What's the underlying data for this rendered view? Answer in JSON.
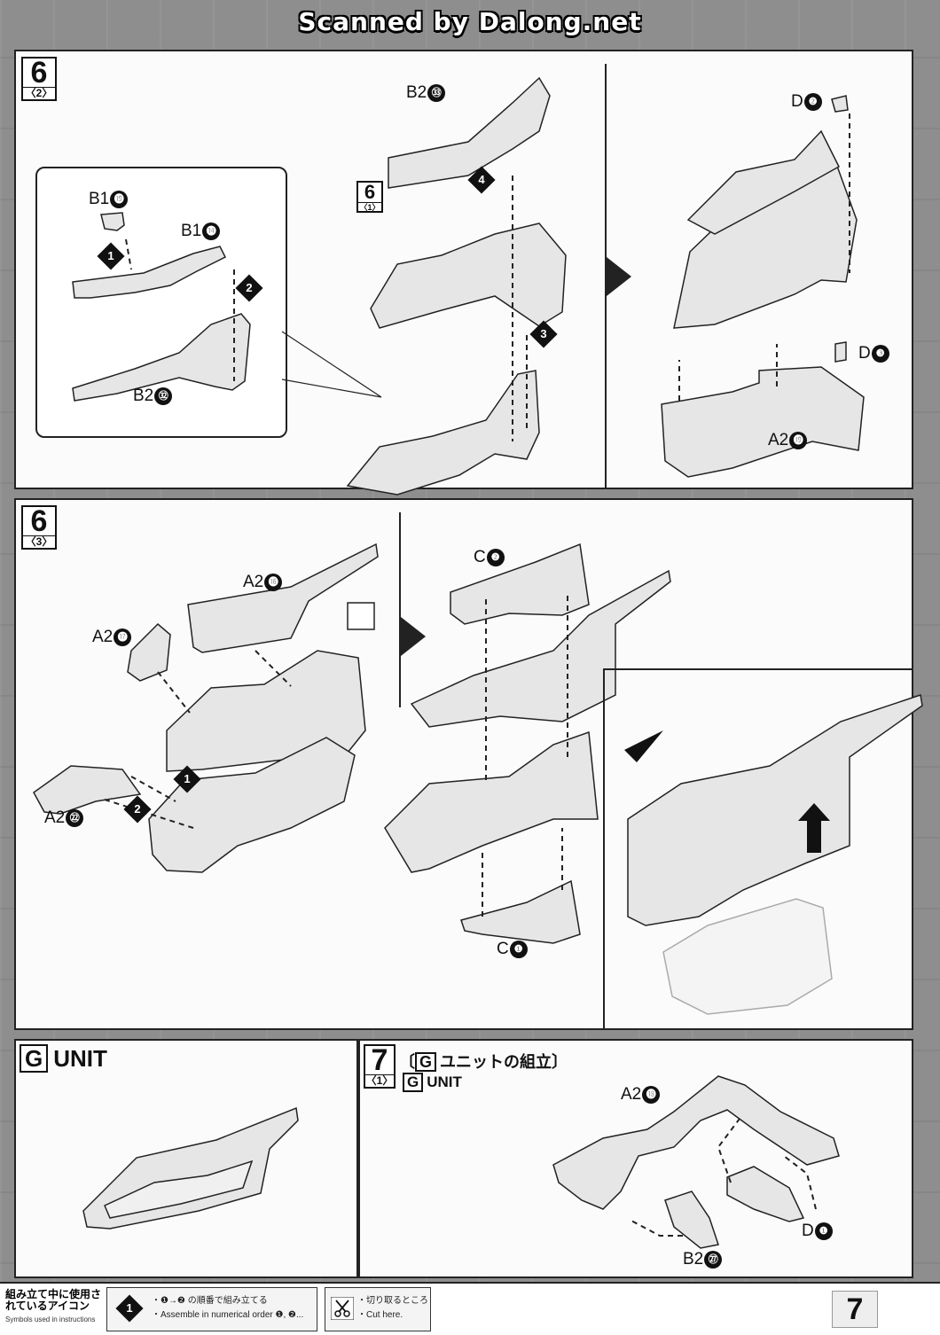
{
  "watermark": "Scanned by Dalong.net",
  "step_6_2": {
    "number": "6",
    "sub": "〈2〉",
    "inset_labels": {
      "b1_19": {
        "part": "B1",
        "num": "⓳"
      },
      "b1_14": {
        "part": "B1",
        "num": "⓮"
      },
      "b2_32": {
        "part": "B2",
        "num": "㉜"
      }
    },
    "sequence": [
      "1",
      "2",
      "3",
      "4"
    ],
    "ref_step": {
      "number": "6",
      "sub": "〈1〉"
    },
    "labels": {
      "b2_33": {
        "part": "B2",
        "num": "㉝"
      },
      "d2": {
        "part": "D",
        "num": "❷"
      },
      "d3": {
        "part": "D",
        "num": "❸"
      },
      "a2_19": {
        "part": "A2",
        "num": "⓳"
      }
    }
  },
  "step_6_3": {
    "number": "6",
    "sub": "〈3〉",
    "sequence": [
      "1",
      "2"
    ],
    "labels": {
      "a2_16": {
        "part": "A2",
        "num": "⓰"
      },
      "a2_17": {
        "part": "A2",
        "num": "⓱"
      },
      "a2_22": {
        "part": "A2",
        "num": "㉒"
      },
      "c2": {
        "part": "C",
        "num": "❷"
      },
      "c1": {
        "part": "C",
        "num": "❶"
      }
    }
  },
  "g_unit": {
    "letter": "G",
    "title": "UNIT"
  },
  "step_7_1": {
    "number": "7",
    "sub": "〈1〉",
    "heading_jp_prefix": "〔",
    "heading_letter": "G",
    "heading_jp": "ユニットの組立〕",
    "heading_en_letter": "G",
    "heading_en": "UNIT",
    "labels": {
      "a2_18": {
        "part": "A2",
        "num": "⓲"
      },
      "d1": {
        "part": "D",
        "num": "❶"
      },
      "b2_27": {
        "part": "B2",
        "num": "㉗"
      }
    }
  },
  "legend": {
    "title_jp": "組み立て中に使用されているアイコン",
    "title_en": "Symbols used in instructions",
    "item1_jp": "・❶→❷ の順番で組み立てる",
    "item1_en": "・Assemble in numerical order ❶, ❷...",
    "item2_jp": "・切り取るところ",
    "item2_en": "・Cut here."
  },
  "page_number": "7",
  "colors": {
    "ink": "#111111",
    "paper": "#fbfbfb",
    "part_fill": "#e6e6e6",
    "background": "#8e8e8e"
  }
}
